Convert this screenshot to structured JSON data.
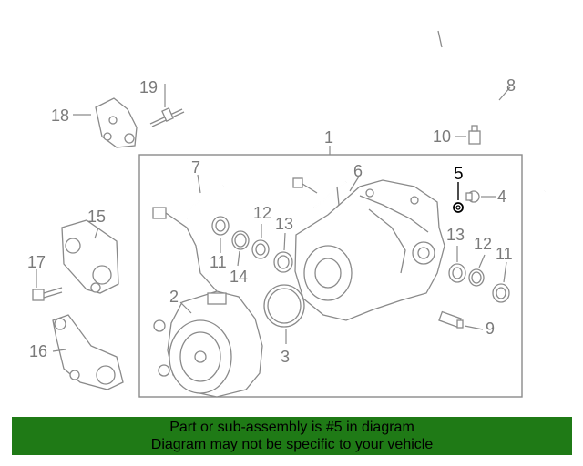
{
  "callouts": {
    "c1": "1",
    "c2": "2",
    "c3": "3",
    "c4": "4",
    "c5": "5",
    "c6": "6",
    "c7": "7",
    "c8": "8",
    "c9": "9",
    "c10": "10",
    "c11a": "11",
    "c11b": "11",
    "c12a": "12",
    "c12b": "12",
    "c13a": "13",
    "c13b": "13",
    "c14": "14",
    "c15": "15",
    "c16": "16",
    "c17": "17",
    "c18": "18",
    "c19": "19"
  },
  "highlight_color": "#000000",
  "footer": {
    "line1": "Part or sub-assembly is #5 in diagram",
    "line2": "Diagram may not be specific to your vehicle",
    "background": "#1f7a16"
  }
}
